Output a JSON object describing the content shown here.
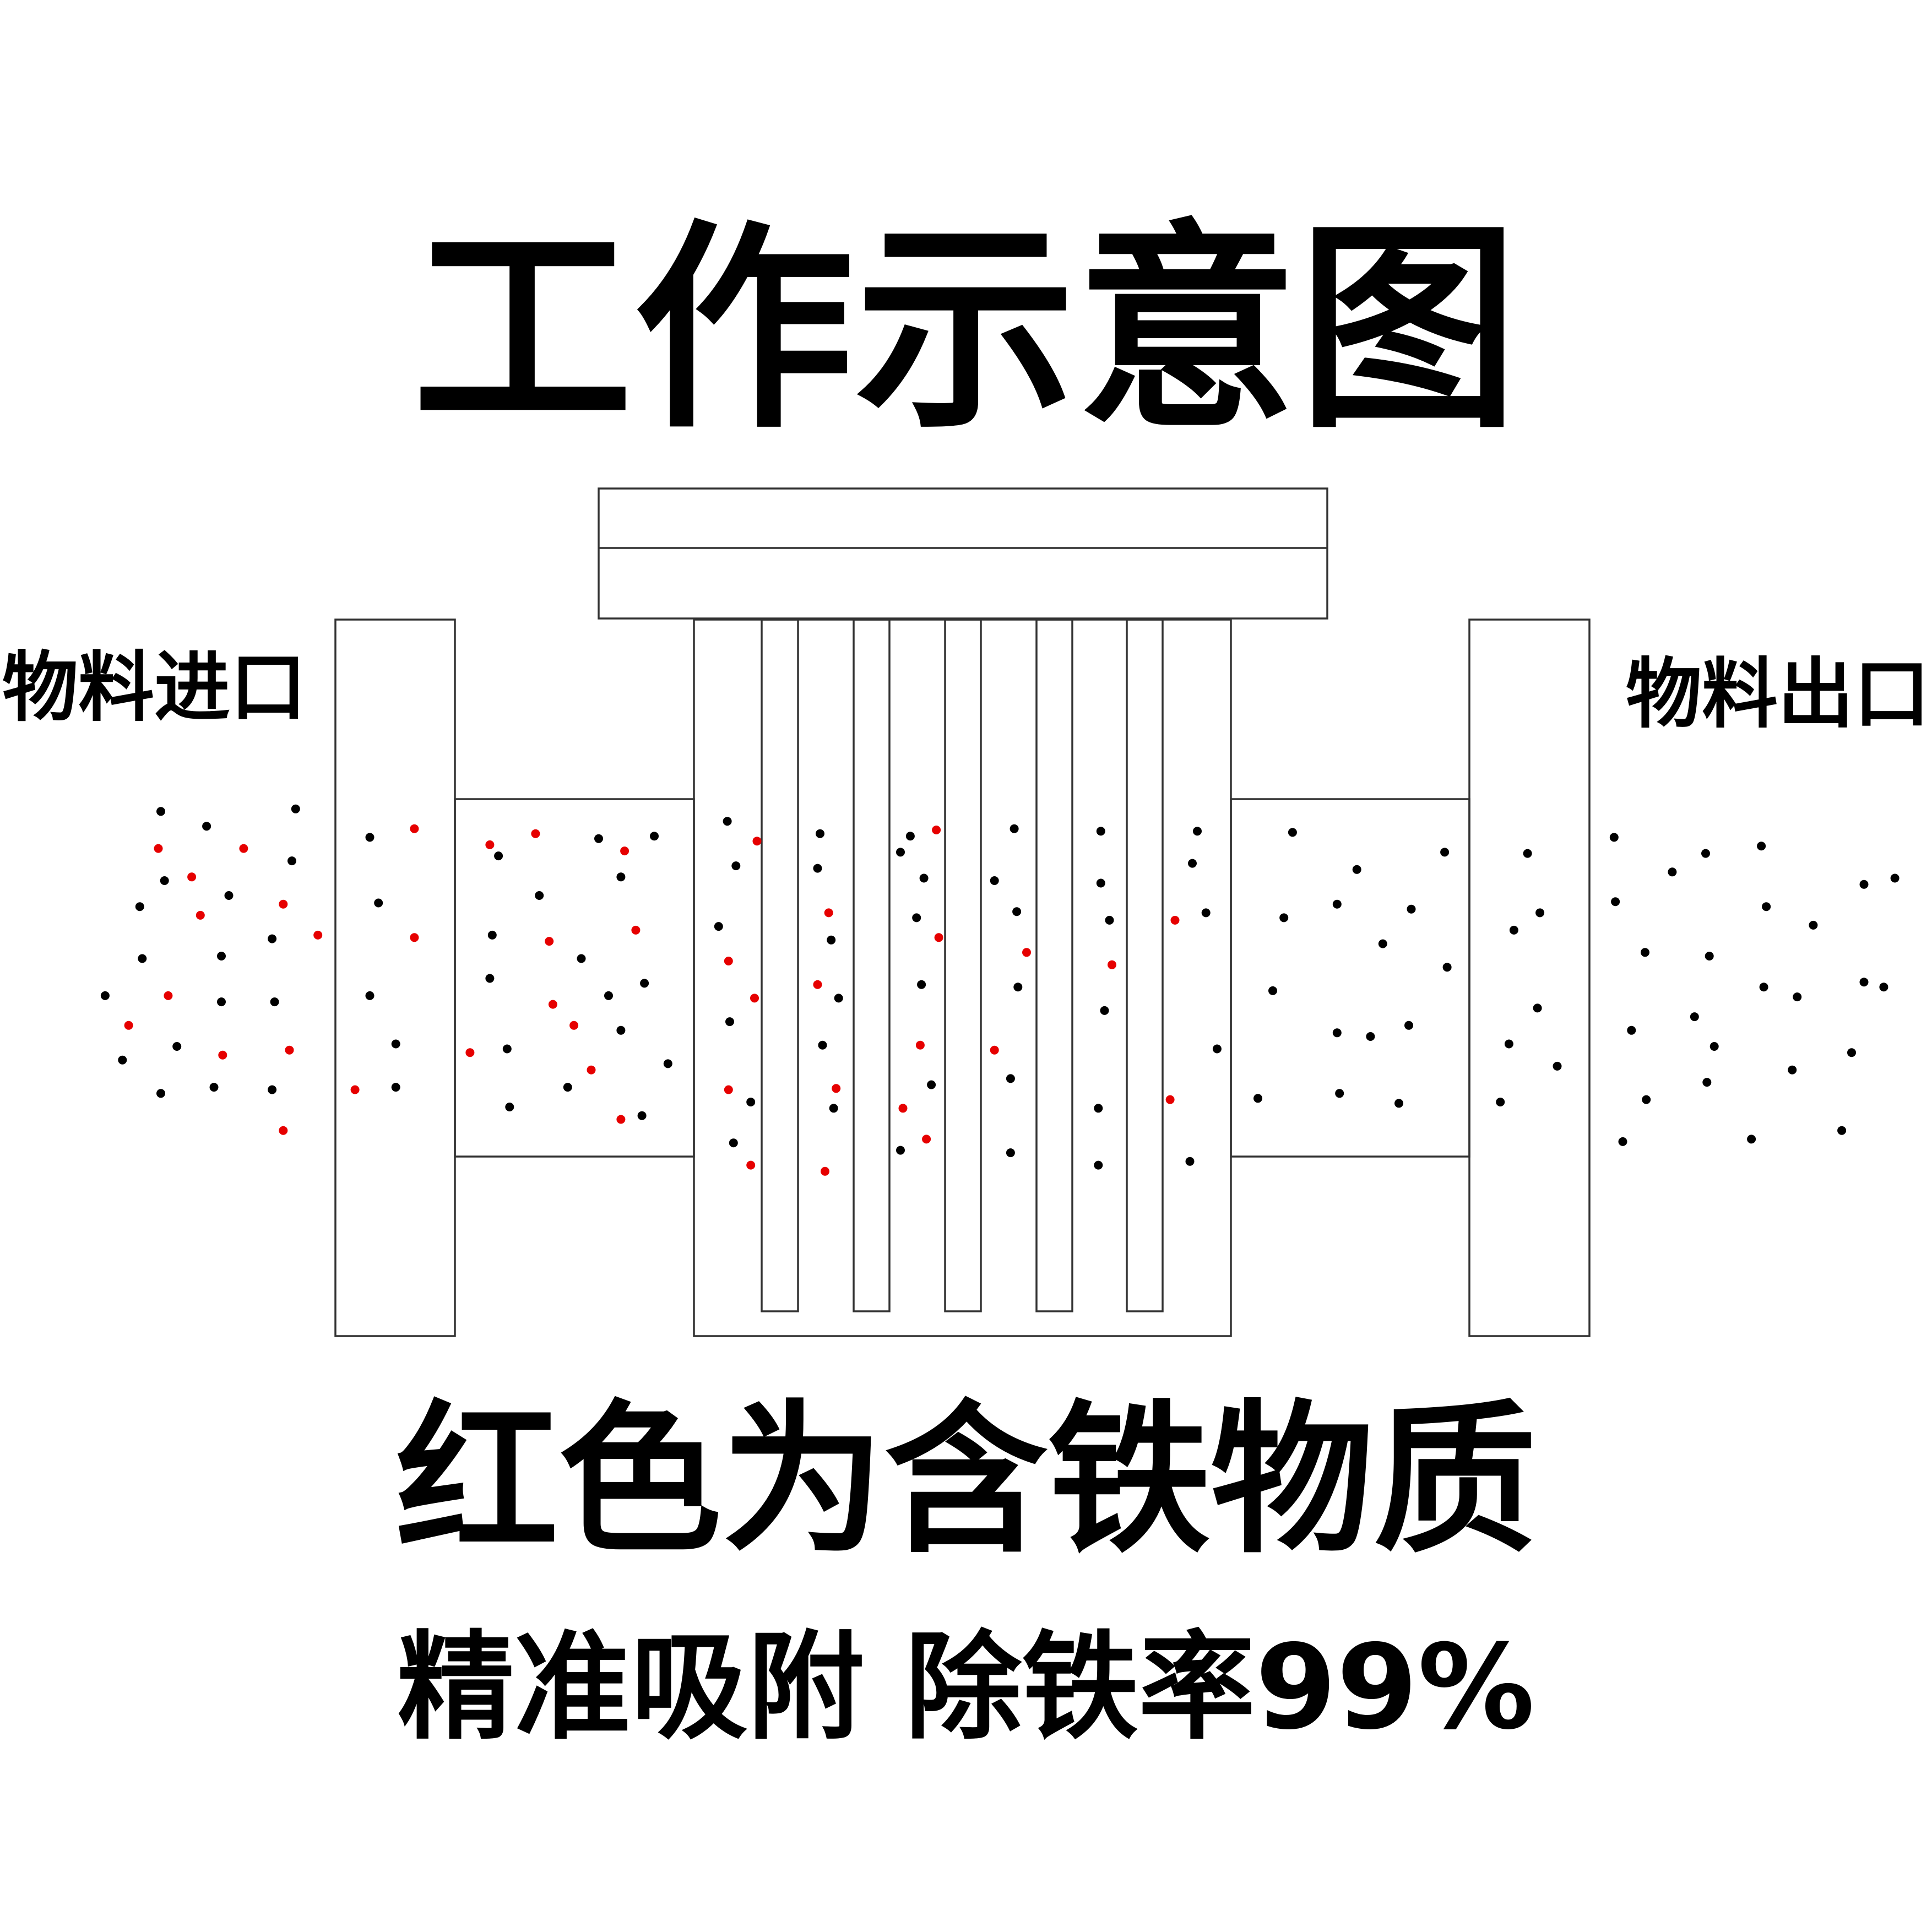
{
  "title": "工作示意图",
  "labels": {
    "inlet": "物料进口",
    "outlet": "物料出口"
  },
  "caption": "红色为含铁物质",
  "tagline": "精准吸附 除铁率99%",
  "colors": {
    "iron_particle": "#e60000",
    "particle": "#000000",
    "outline": "#333333",
    "background": "#ffffff"
  }
}
